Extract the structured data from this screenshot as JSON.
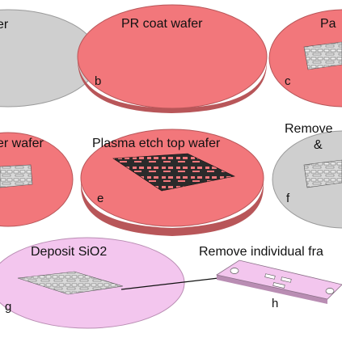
{
  "colors": {
    "pink": "#f2777b",
    "pink_edge": "#b85659",
    "gray": "#cfcfcf",
    "gray_edge": "#9a9a9a",
    "lavender": "#f3c6ee",
    "lavender_edge": "#b98db3",
    "etch_dark": "#2b2b2b",
    "pattern_light": "#e4e4e4"
  },
  "steps": [
    {
      "id": "a",
      "caption": "er",
      "letter": ""
    },
    {
      "id": "b",
      "caption": "PR coat wafer",
      "letter": "b"
    },
    {
      "id": "c",
      "caption": "Pa",
      "letter": "c"
    },
    {
      "id": "d",
      "caption": "er wafer",
      "letter": ""
    },
    {
      "id": "e",
      "caption": "Plasma etch top wafer",
      "letter": "e"
    },
    {
      "id": "f",
      "caption": "Remove",
      "caption_line2": "&",
      "letter": "f"
    },
    {
      "id": "g",
      "caption": "Deposit SiO2",
      "letter": "g"
    },
    {
      "id": "h",
      "caption": "Remove individual fra",
      "letter": "h"
    }
  ]
}
